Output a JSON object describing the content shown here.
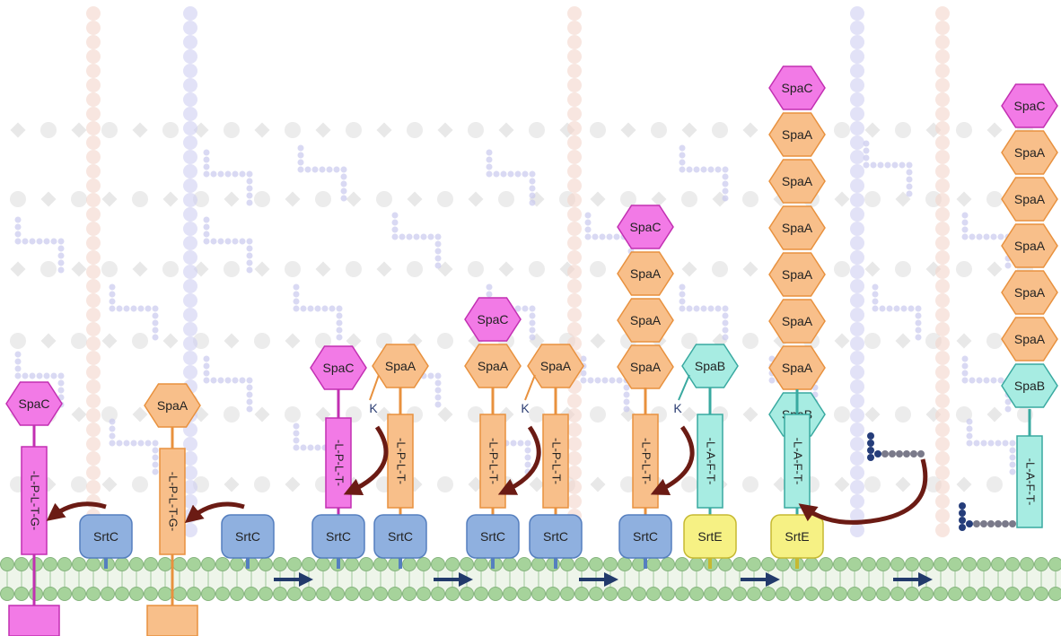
{
  "colors": {
    "spac": "#f27ae6",
    "spac_stroke": "#c22fb2",
    "spaa": "#f8bf8a",
    "spaa_stroke": "#e8913e",
    "spab": "#a7ece2",
    "spab_stroke": "#39a9a0",
    "srtc": "#8fb0df",
    "srtc_stroke": "#557fbf",
    "srte": "#f6f184",
    "srte_stroke": "#c6b932",
    "membrane": "#a6d39b",
    "arrow": "#6b1b14",
    "flow": "#223a6b"
  },
  "labels": {
    "spac": "SpaC",
    "spaa": "SpaA",
    "spab": "SpaB",
    "srtc": "SrtC",
    "srte": "SrtE",
    "k": "K",
    "lpltg": "-L-P-L-T-G-",
    "lplt": "-L-P-L-T-",
    "laft": "-L-A-F-T-"
  }
}
